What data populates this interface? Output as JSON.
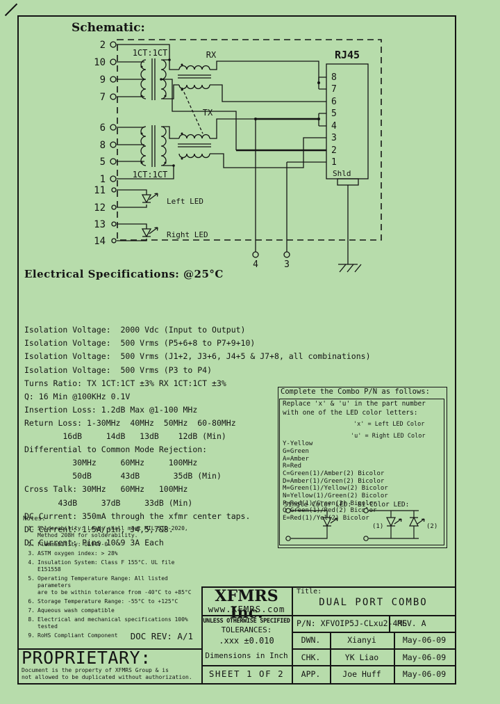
{
  "page": {
    "bg_color": "#b7dcab",
    "line_color": "#141414"
  },
  "schematic": {
    "heading": "Schematic:",
    "transformer_label_top": "1CT:1CT",
    "transformer_label_bottom": "1CT:1CT",
    "rx_label": "RX",
    "tx_label": "TX",
    "rj45_label": "RJ45",
    "shield_label": "Shld",
    "left_led_label": "Left LED",
    "right_led_label": "Right LED",
    "pins_left": [
      "2",
      "10",
      "9",
      "7",
      "6",
      "8",
      "5",
      "1",
      "11",
      "12",
      "13",
      "14"
    ],
    "rj45_pins": [
      "8",
      "7",
      "6",
      "5",
      "4",
      "3",
      "2",
      "1"
    ],
    "bottom_pins": [
      "4",
      "3"
    ]
  },
  "specs": {
    "heading": "Electrical Specifications: @25°C",
    "lines": [
      "Isolation Voltage:  2000 Vdc (Input to Output)",
      "Isolation Voltage:  500 Vrms (P5+6+8 to P7+9+10)",
      "Isolation Voltage:  500 Vrms (J1+2, J3+6, J4+5 & J7+8, all combinations)",
      "Isolation Voltage:  500 Vrms (P3 to P4)",
      "Turns Ratio: TX 1CT:1CT ±3% RX 1CT:1CT ±3%",
      "Q: 16 Min @100KHz 0.1V",
      "Insertion Loss: 1.2dB Max @1-100 MHz",
      "Return Loss: 1-30MHz  40MHz  50MHz  60-80MHz",
      "        16dB     14dB   13dB    12dB (Min)",
      "Differential to Common Mode Rejection:",
      "          30MHz     60MHz     100MHz",
      "          50dB      43dB       35dB (Min)",
      "Cross Talk: 30MHz   60MHz   100MHz",
      "       43dB     37dB     33dB (Min)",
      "DC Current: 350mA through the xfmr center taps.",
      "DC Current: 1.5A/pin, J4,5,7&8.",
      "DC Current: Pins 10&9 3A Each"
    ]
  },
  "combo": {
    "heading": "Complete the Combo P/N as follows:",
    "intro_line1": "Replace 'x' & 'u' in the part number",
    "intro_line2": "with one of the LED color letters:",
    "colors": [
      "Y-Yellow",
      "G=Green",
      "A=Amber",
      "R=Red",
      "C=Green(1)/Amber(2) Bicolor",
      "D=Amber(1)/Green(2) Bicolor",
      "M=Green(1)/Yellow(2) Bicolor",
      "N=Yellow(1)/Green(2) Bicolor",
      "P=Red(1)/Green(2) Bicolor",
      "Q=Green(1)/Red(2) Bicolor",
      "E=Red(1)/Yel(2) Bicolor"
    ],
    "x_note": "'x' = Left LED Color",
    "u_note": "'u' = Right LED Color",
    "single_label": "Single Color LED:",
    "bi_label": "Bi-Color LED:",
    "bi_led1": "(1)",
    "bi_led2": "(2)"
  },
  "notes": {
    "heading": "Notes:",
    "items": [
      {
        "num": "1.",
        "text": "Solderability: Leads shall meet MIL-STD-2020,\nMethod 208H for solderability."
      },
      {
        "num": "2.",
        "text": "Flammability: UL94V-0"
      },
      {
        "num": "3.",
        "text": "ASTM oxygen index: > 28%"
      },
      {
        "num": "4.",
        "text": "Insulation System: Class F 155°C. UL file E151558"
      },
      {
        "num": "5.",
        "text": "Operating Temperature Range: All listed parameters\nare to be within tolerance from -40°C to +85°C"
      },
      {
        "num": "6.",
        "text": "Storage Temperature Range: -55°C to +125°C"
      },
      {
        "num": "7.",
        "text": "Aqueous wash compatible"
      },
      {
        "num": "8.",
        "text": "Electrical and mechanical specifications 100% tested"
      },
      {
        "num": "9.",
        "text": "RoHS Compliant Component"
      }
    ]
  },
  "doc_rev": "DOC REV: A/1",
  "title_block": {
    "company": "XFMRS Inc.",
    "website": "www.XFMRS.com",
    "title_label": "Title:",
    "title": "DUAL PORT COMBO",
    "pn_label": "P/N:",
    "pn": "P/N: XFVOIP5J-CLxu2-4MS",
    "rev": "REV. A",
    "tol_line1": "UNLESS OTHERWISE SPECIFIED",
    "tol_line2": "TOLERANCES:",
    "tol_line3": ".xxx ±0.010",
    "tol_line4": "Dimensions in Inch",
    "sheet": "SHEET 1 OF 2",
    "rows": [
      {
        "label": "DWN.",
        "name": "Xianyi",
        "date": "May-06-09"
      },
      {
        "label": "CHK.",
        "name": "YK Liao",
        "date": "May-06-09"
      },
      {
        "label": "APP.",
        "name": "Joe Huff",
        "date": "May-06-09"
      }
    ]
  },
  "proprietary": {
    "heading": "PROPRIETARY:",
    "lines": "Document is the property of XFMRS Group & is\nnot allowed to be duplicated without authorization."
  }
}
